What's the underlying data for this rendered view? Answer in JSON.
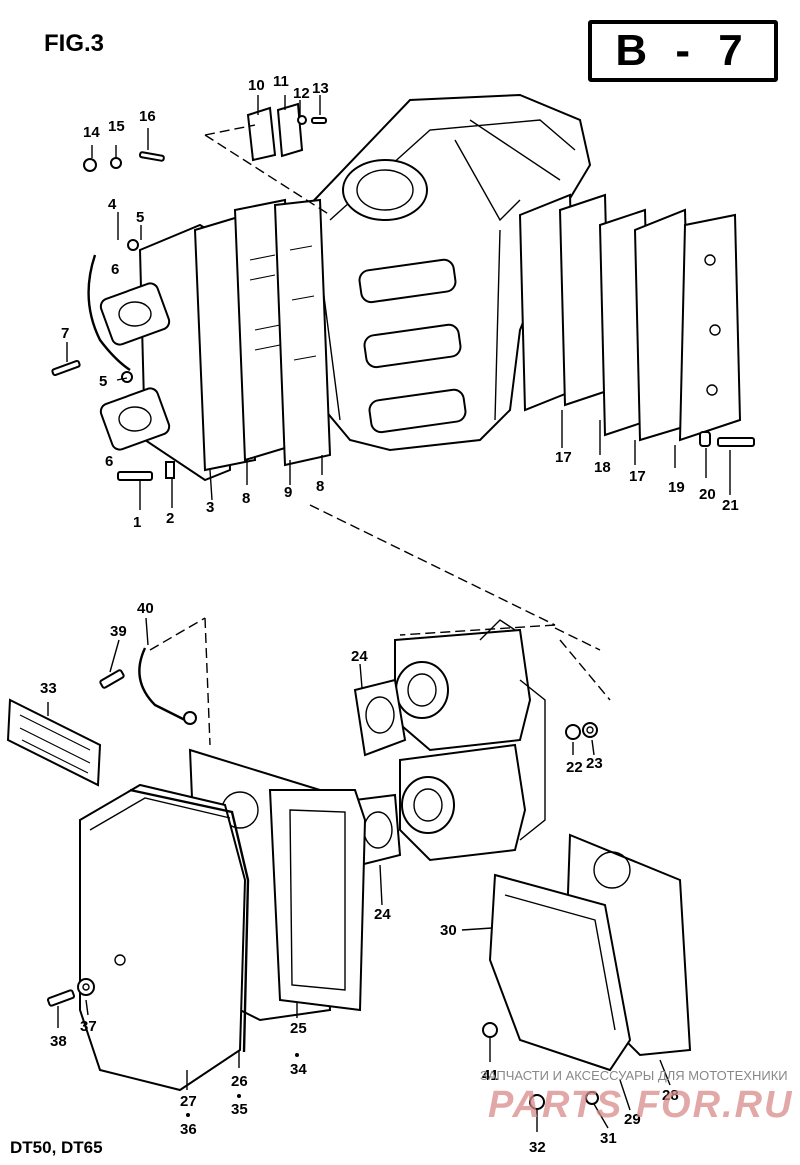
{
  "figure": {
    "label": "FIG.3",
    "plate": "B - 7",
    "models": "DT50, DT65"
  },
  "watermark": {
    "text": "ЗАПЧАСТИ И АКСЕССУАРЫ ДЛЯ МОТОТЕХНИКИ",
    "logo": "PARTS FOR.RU"
  },
  "callouts": [
    "1",
    "2",
    "3",
    "4",
    "5",
    "5",
    "6",
    "6",
    "7",
    "8",
    "8",
    "9",
    "10",
    "11",
    "12",
    "13",
    "14",
    "15",
    "16",
    "17",
    "17",
    "18",
    "19",
    "20",
    "21",
    "22",
    "23",
    "24",
    "24",
    "25",
    "26",
    "27",
    "28",
    "29",
    "30",
    "31",
    "32",
    "33",
    "34",
    "35",
    "36",
    "37",
    "38",
    "39",
    "40",
    "41"
  ]
}
